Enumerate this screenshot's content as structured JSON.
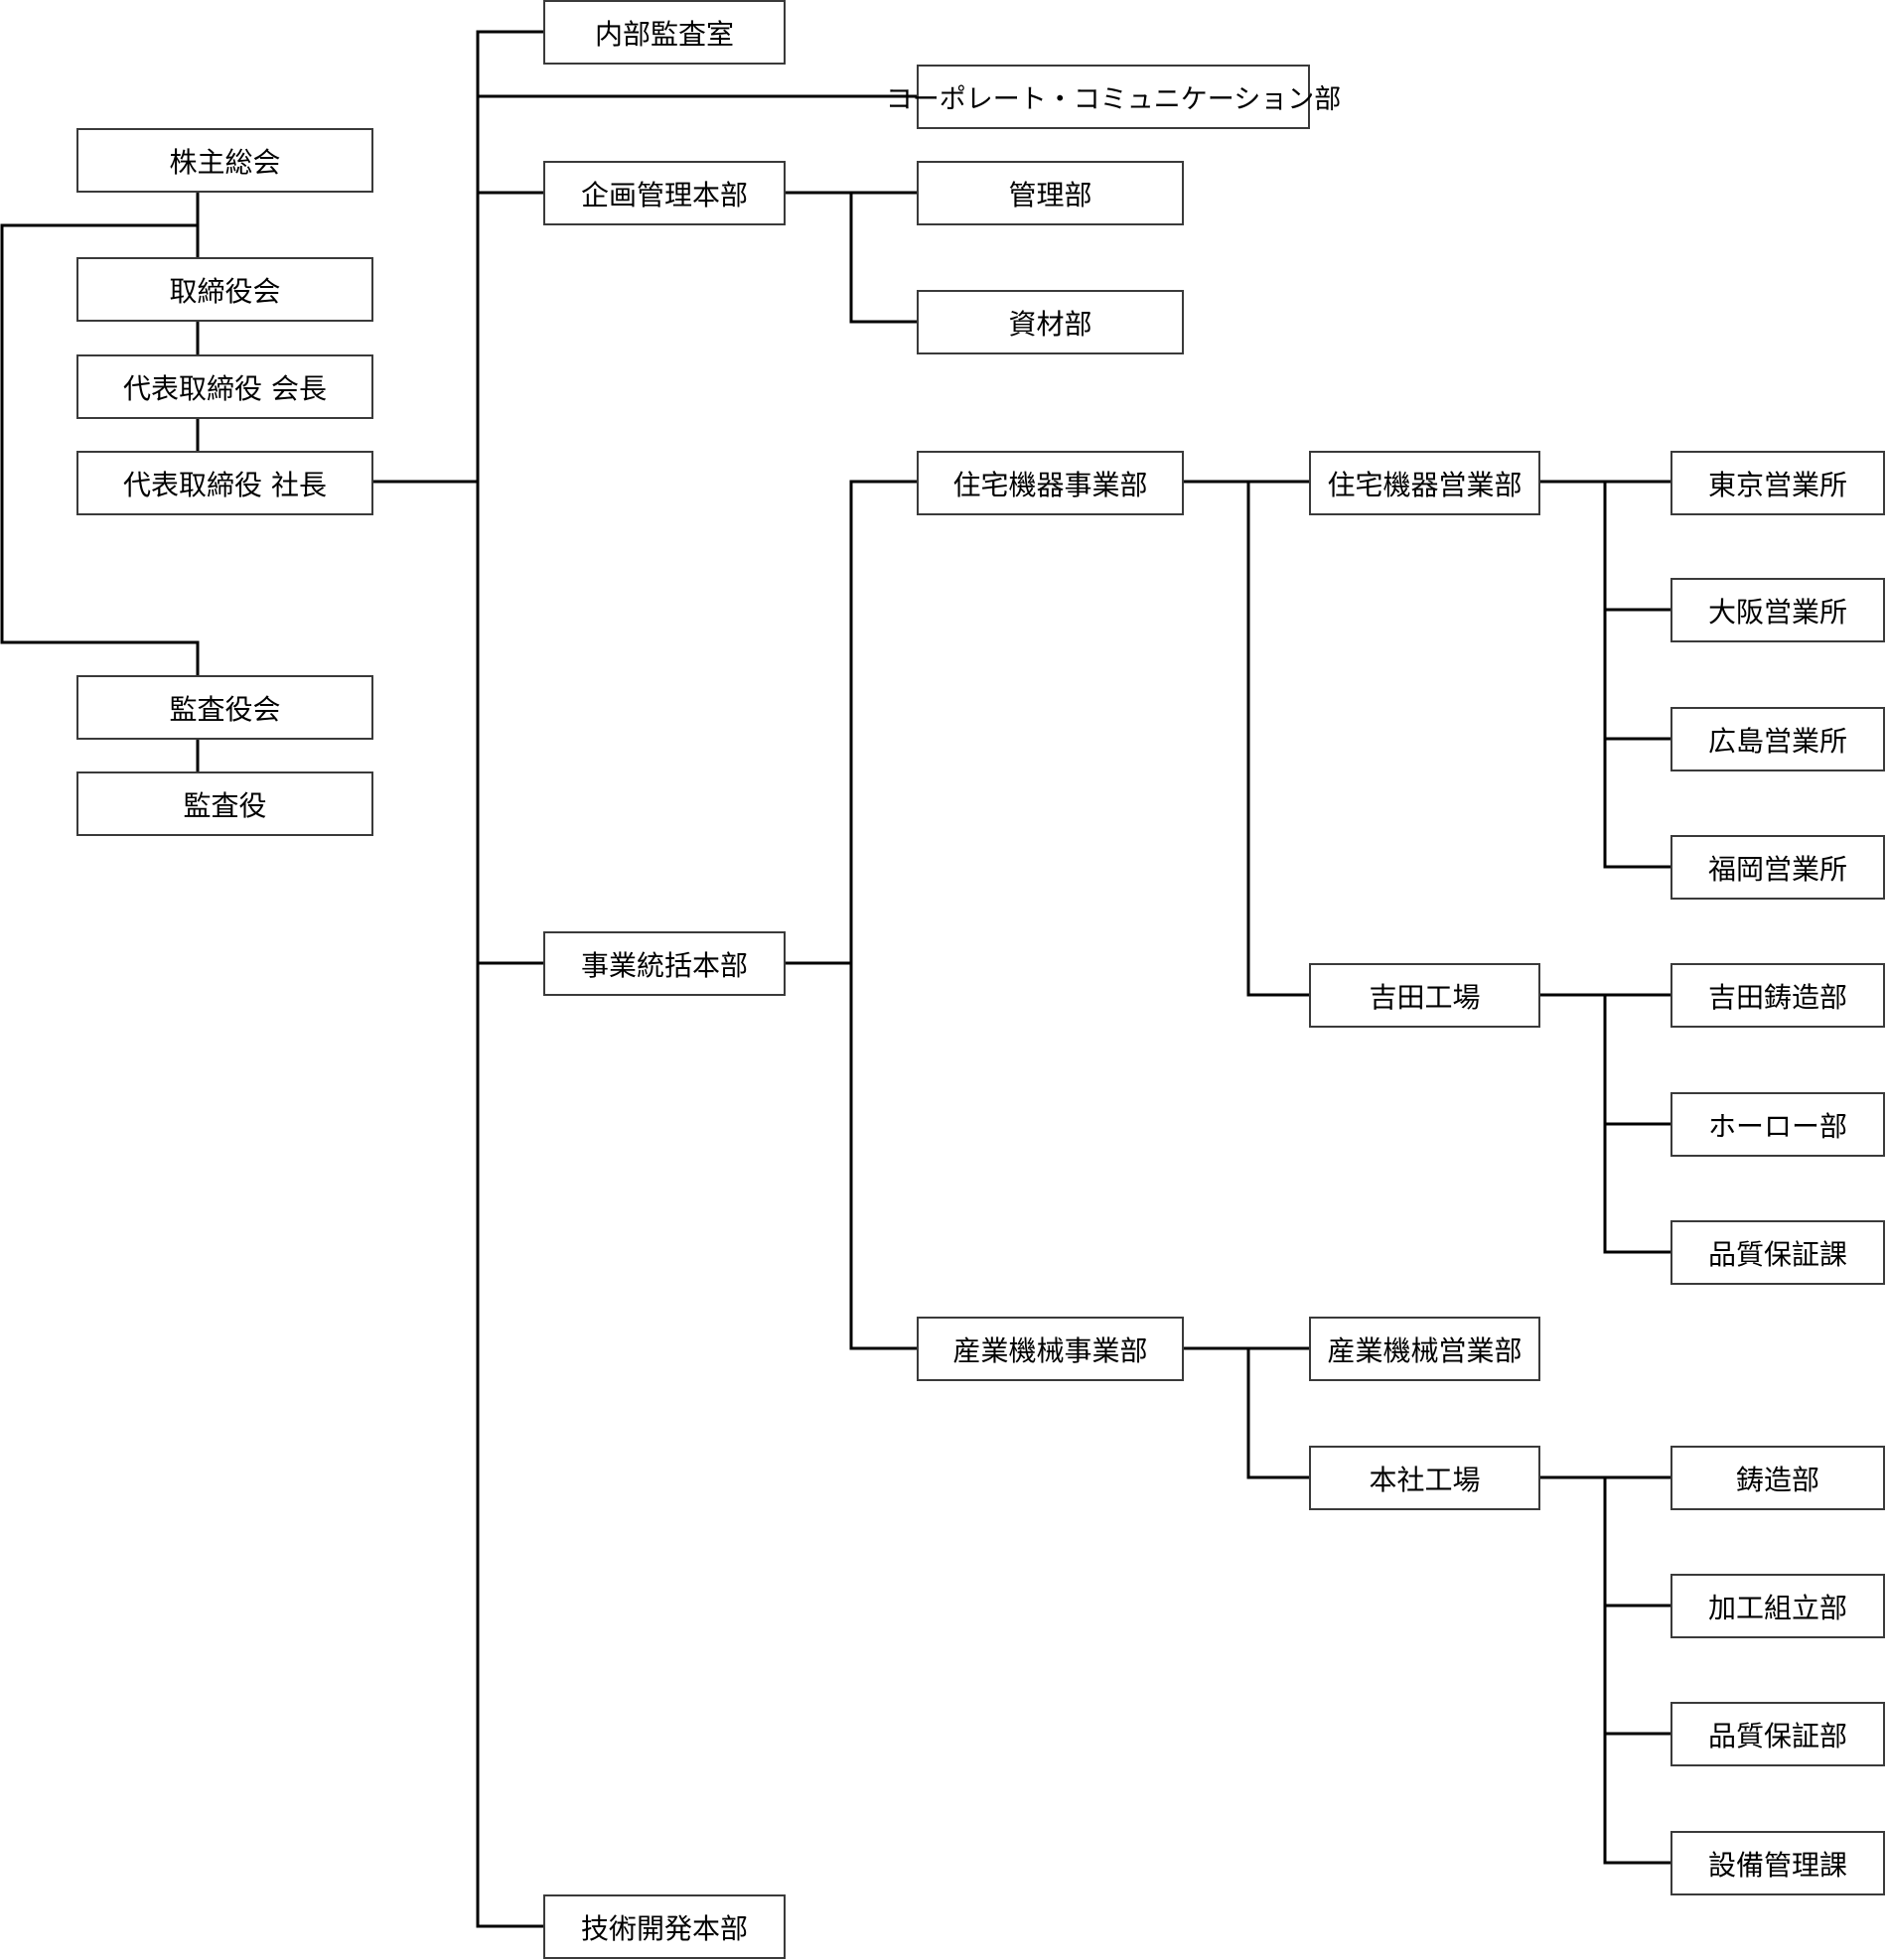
{
  "diagram": {
    "type": "organization-chart",
    "line_color": "#000000",
    "box_border_color": "#3a3a3a",
    "nodes": {
      "shareholders": "株主総会",
      "board": "取締役会",
      "chairman": "代表取締役 会長",
      "president": "代表取締役 社長",
      "audit_board": "監査役会",
      "auditor": "監査役",
      "internal_audit": "内部監査室",
      "corp_comm": "コーポレート・コミュニケーション部",
      "planning_hq": "企画管理本部",
      "admin_dept": "管理部",
      "materials_dept": "資材部",
      "business_hq": "事業統括本部",
      "housing_div": "住宅機器事業部",
      "housing_sales": "住宅機器営業部",
      "tokyo_office": "東京営業所",
      "osaka_office": "大阪営業所",
      "hiroshima_office": "広島営業所",
      "fukuoka_office": "福岡営業所",
      "yoshida_factory": "吉田工場",
      "yoshida_casting": "吉田鋳造部",
      "enamel_dept": "ホーロー部",
      "qa_section": "品質保証課",
      "industrial_div": "産業機械事業部",
      "industrial_sales": "産業機械営業部",
      "main_factory": "本社工場",
      "casting_dept": "鋳造部",
      "assembly_dept": "加工組立部",
      "qa_dept": "品質保証部",
      "facility_section": "設備管理課",
      "tech_dev_hq": "技術開発本部"
    }
  }
}
